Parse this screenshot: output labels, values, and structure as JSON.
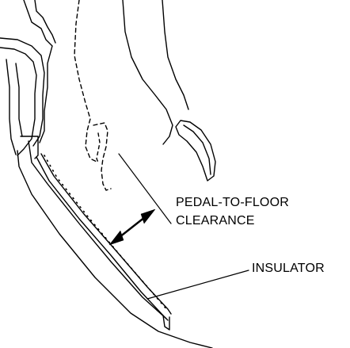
{
  "labels": {
    "clearance_line1": "PEDAL-TO-FLOOR",
    "clearance_line2": "CLEARANCE",
    "insulator": "INSULATOR"
  }
}
